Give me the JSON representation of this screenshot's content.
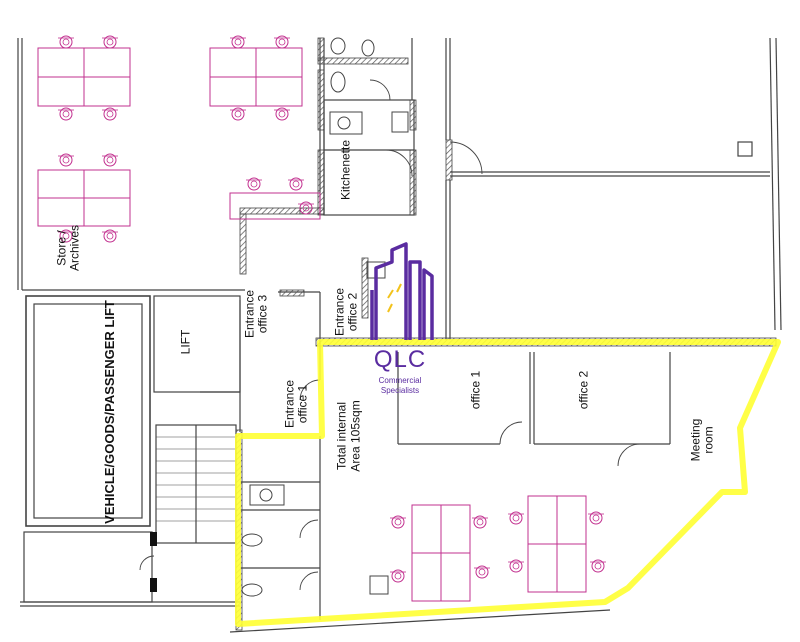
{
  "labels": {
    "lift_big": "VEHICLE/GOODS/PASSENGER LIFT",
    "lift_small": "LIFT",
    "entrance_office_3": "Entrance office 3",
    "entrance_office_2": "Entrance office 2",
    "entrance_office_1": "Entrance office 1",
    "kitchenette": "Kitchenette",
    "store_archives": "Store / Archives",
    "office_1": "office 1",
    "office_2": "office 2",
    "meeting_room": "Meeting room",
    "area_line1": "Total internal",
    "area_line2": "Area 105sqm"
  },
  "logo": {
    "name": "QLC",
    "line1": "Commercial",
    "line2": "Specialists",
    "color": "#5a2ca0",
    "accent": "#f2c21b"
  },
  "colors": {
    "highlight": "#ffff33",
    "furniture": "#c2308f",
    "wall": "#444444"
  }
}
